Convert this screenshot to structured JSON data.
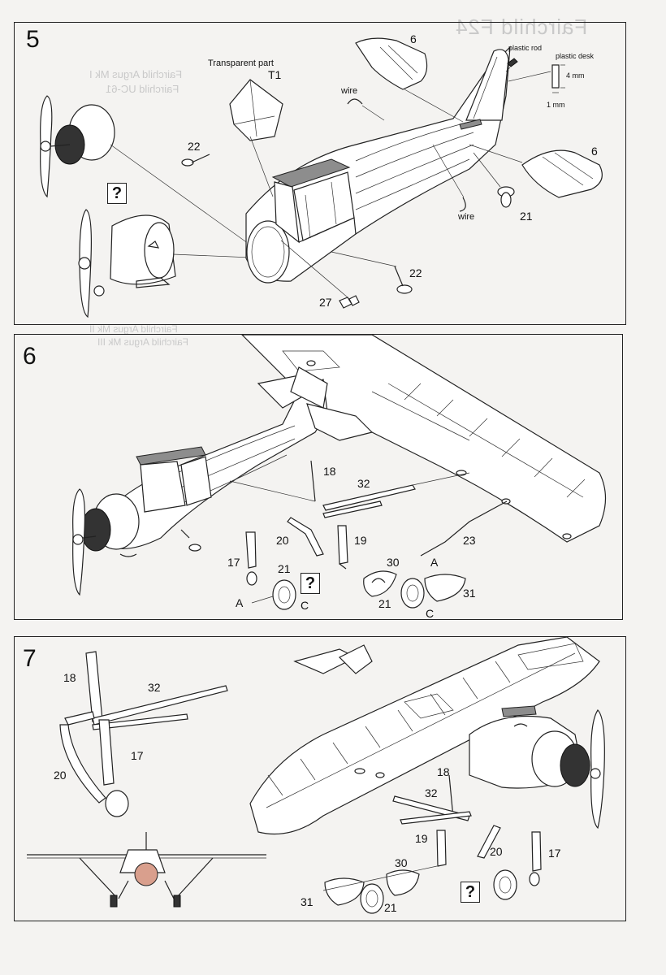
{
  "background_text": {
    "title": "Fairchild F24",
    "line1": "Fairchild Argus Mk I",
    "line2": "Fairchild UC-61",
    "line3": "Fairchild Argus Mk II",
    "line4": "Fairchild Argus Mk III"
  },
  "steps": [
    {
      "number": "5",
      "labels": {
        "transparent_part": "Transparent part",
        "t1": "T1",
        "part_6a": "6",
        "part_6b": "6",
        "plastic_rod": "plastic rod",
        "plastic_desk": "plastic desk",
        "dim_4mm": "4 mm",
        "dim_1mm": "1 mm",
        "wire_top": "wire",
        "wire_bottom": "wire",
        "part_22a": "22",
        "part_22b": "22",
        "part_21": "21",
        "part_27": "27",
        "question": "?"
      }
    },
    {
      "number": "6",
      "labels": {
        "part_18": "18",
        "part_32": "32",
        "part_20": "20",
        "part_19": "19",
        "part_23": "23",
        "part_17": "17",
        "part_21a": "21",
        "part_21b": "21",
        "part_30": "30",
        "part_31": "31",
        "letter_a1": "A",
        "letter_c1": "C",
        "letter_a2": "A",
        "letter_c2": "C",
        "question": "?"
      }
    },
    {
      "number": "7",
      "labels": {
        "part_18a": "18",
        "part_32a": "32",
        "part_17a": "17",
        "part_20a": "20",
        "part_18b": "18",
        "part_32b": "32",
        "part_19": "19",
        "part_20b": "20",
        "part_17b": "17",
        "part_30": "30",
        "part_31": "31",
        "part_21": "21",
        "question": "?"
      }
    }
  ]
}
